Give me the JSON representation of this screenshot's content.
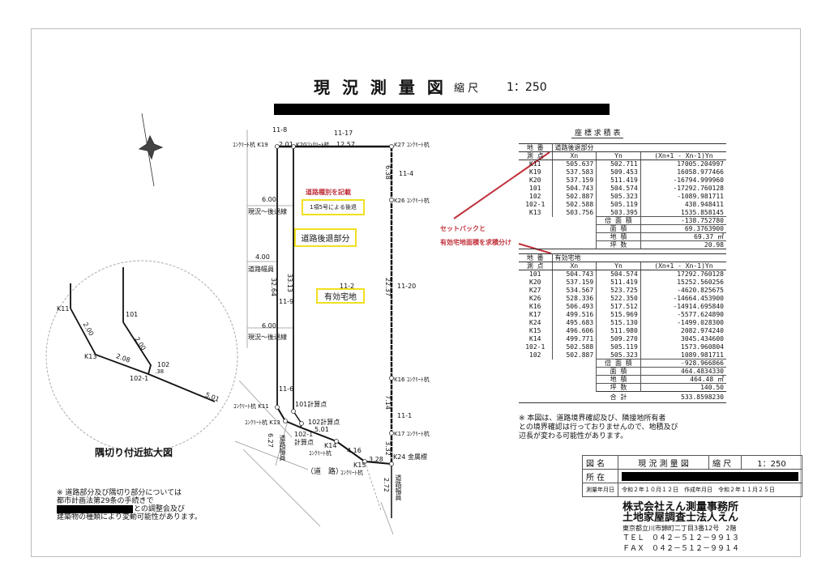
{
  "title": {
    "main": "現 況 測 量 図",
    "scale_label": "縮 尺",
    "scale": "1：250"
  },
  "table_title": "座 標 求 積 表",
  "table1": {
    "lot_label": "地 番",
    "lot": "道路後退部分",
    "headers": [
      "測 点",
      "Xn",
      "Yn",
      "(Xn+1 - Xn-1)Yn"
    ],
    "rows": [
      [
        "K11",
        "505.637",
        "502.711",
        "17005.204997"
      ],
      [
        "K19",
        "537.583",
        "509.453",
        "16058.977466"
      ],
      [
        "K20",
        "537.159",
        "511.419",
        "-16794.999960"
      ],
      [
        "101",
        "504.743",
        "504.574",
        "-17292.760128"
      ],
      [
        "102",
        "502.887",
        "505.323",
        "-1089.981711"
      ],
      [
        "102-1",
        "502.588",
        "505.119",
        "438.948411"
      ],
      [
        "K13",
        "503.756",
        "503.395",
        "1535.858145"
      ]
    ],
    "areas": [
      [
        "倍 面 積",
        "-138.752780"
      ],
      [
        "面 積",
        "69.3763900"
      ],
      [
        "地 積",
        "69.37 ㎡"
      ],
      [
        "坪 数",
        "20.98"
      ]
    ]
  },
  "table2": {
    "lot_label": "地 番",
    "lot": "有効宅地",
    "headers": [
      "測 点",
      "Xn",
      "Yn",
      "(Xn+1 - Xn-1)Yn"
    ],
    "rows": [
      [
        "101",
        "504.743",
        "504.574",
        "17292.760128"
      ],
      [
        "K20",
        "537.159",
        "511.419",
        "15252.560256"
      ],
      [
        "K27",
        "534.567",
        "523.725",
        "-4620.825675"
      ],
      [
        "K26",
        "528.336",
        "522.350",
        "-14664.453900"
      ],
      [
        "K16",
        "506.493",
        "517.512",
        "-14914.695840"
      ],
      [
        "K17",
        "499.516",
        "515.969",
        "-5577.624890"
      ],
      [
        "K24",
        "495.683",
        "515.130",
        "-1499.028300"
      ],
      [
        "K15",
        "496.606",
        "511.980",
        "2082.974240"
      ],
      [
        "K14",
        "499.771",
        "509.270",
        "3045.434600"
      ],
      [
        "102-1",
        "502.588",
        "505.119",
        "1573.960804"
      ],
      [
        "102",
        "502.887",
        "505.323",
        "1089.981711"
      ]
    ],
    "areas": [
      [
        "倍 面 積",
        "-928.966866"
      ],
      [
        "面 積",
        "464.4834330"
      ],
      [
        "地 積",
        "464.48 ㎡"
      ],
      [
        "坪 数",
        "140.50"
      ]
    ],
    "total_label": "合 計",
    "total": "533.8598230"
  },
  "annotations": {
    "setback_1": "セットバックと",
    "setback_2": "有効宅地面積を求積分け",
    "road_type": "道路種別を記載",
    "box_clause": "1項5号による後退",
    "box_setback": "道路後退部分",
    "box_lot": "有効宅地"
  },
  "plot": {
    "l": [
      "11-8",
      "11-17",
      "ｺﾝｸﾘｰﾄ杭 K19",
      "2.01",
      "K20ｺﾝｸﾘｰﾄ杭",
      "12.57",
      "K27 ｺﾝｸﾘｰﾄ杭",
      "6.38",
      "11-4",
      "K26 ｺﾝｸﾘｰﾄ杭",
      "6.00",
      "現況～後退線",
      "4.00",
      "道路幅員",
      "32.64",
      "33.13",
      "11-2",
      "22.37",
      "11-20",
      "11-9",
      "6.00",
      "現況～後退線",
      "11-6",
      "ｺﾝｸﾘｰﾄ杭 K11",
      "101計算点",
      "ｺﾝｸﾘｰﾄ杭 K13",
      "102計算点",
      "102-1",
      "計算点",
      "5.01",
      "K14",
      "ｺﾝｸﾘｰﾄ杭",
      "4.16",
      "6.27",
      "道路幅員",
      "（道　路）",
      "K15",
      "ｺﾝｸﾘｰﾄ杭",
      "3.28",
      "K16 ｺﾝｸﾘｰﾄ杭",
      "7.14",
      "11-1",
      "K17 ｺﾝｸﾘｰﾄ杭",
      "3.32",
      "K24 金属標",
      "2.72",
      "道路幅員"
    ]
  },
  "detail": {
    "title": "隅切り付近拡大図",
    "l": [
      "K11",
      "101",
      "2.00",
      "2.00",
      "K13",
      "2.08",
      "102",
      ".38",
      "102-1",
      "5.01"
    ]
  },
  "note_left": [
    "※ 道路部分及び隅切り部分については",
    "都市計画法第29条の手続きで",
    "との調整会及び",
    "建築物の種類により変動可能性があります。"
  ],
  "note_right": [
    "※ 本図は、道路境界確認及び、隣接地所有者",
    "との境界確認は行っておりませんので、地積及び",
    "辺長が変わる可能性があります。"
  ],
  "title_block": {
    "name_label": "図 名",
    "name": "現 況 測 量 図",
    "scale_label": "縮 尺",
    "scale": "1：250",
    "location_label": "所 在",
    "survey_date_label": "測量年月日",
    "survey_date": "令和２年１０月１２日",
    "created_label": "作成年月日",
    "created_date": "令和２年１１月２５日"
  },
  "company": {
    "name1": "株式会社えん測量事務所",
    "name2": "土地家屋調査士法人えん",
    "address": "東京都立川市錦町二丁目3番12号　2階",
    "tel": "ＴＥＬ　０４２－５１２－９９１３",
    "fax": "ＦＡＸ　０４２－５１２－９９１４"
  }
}
